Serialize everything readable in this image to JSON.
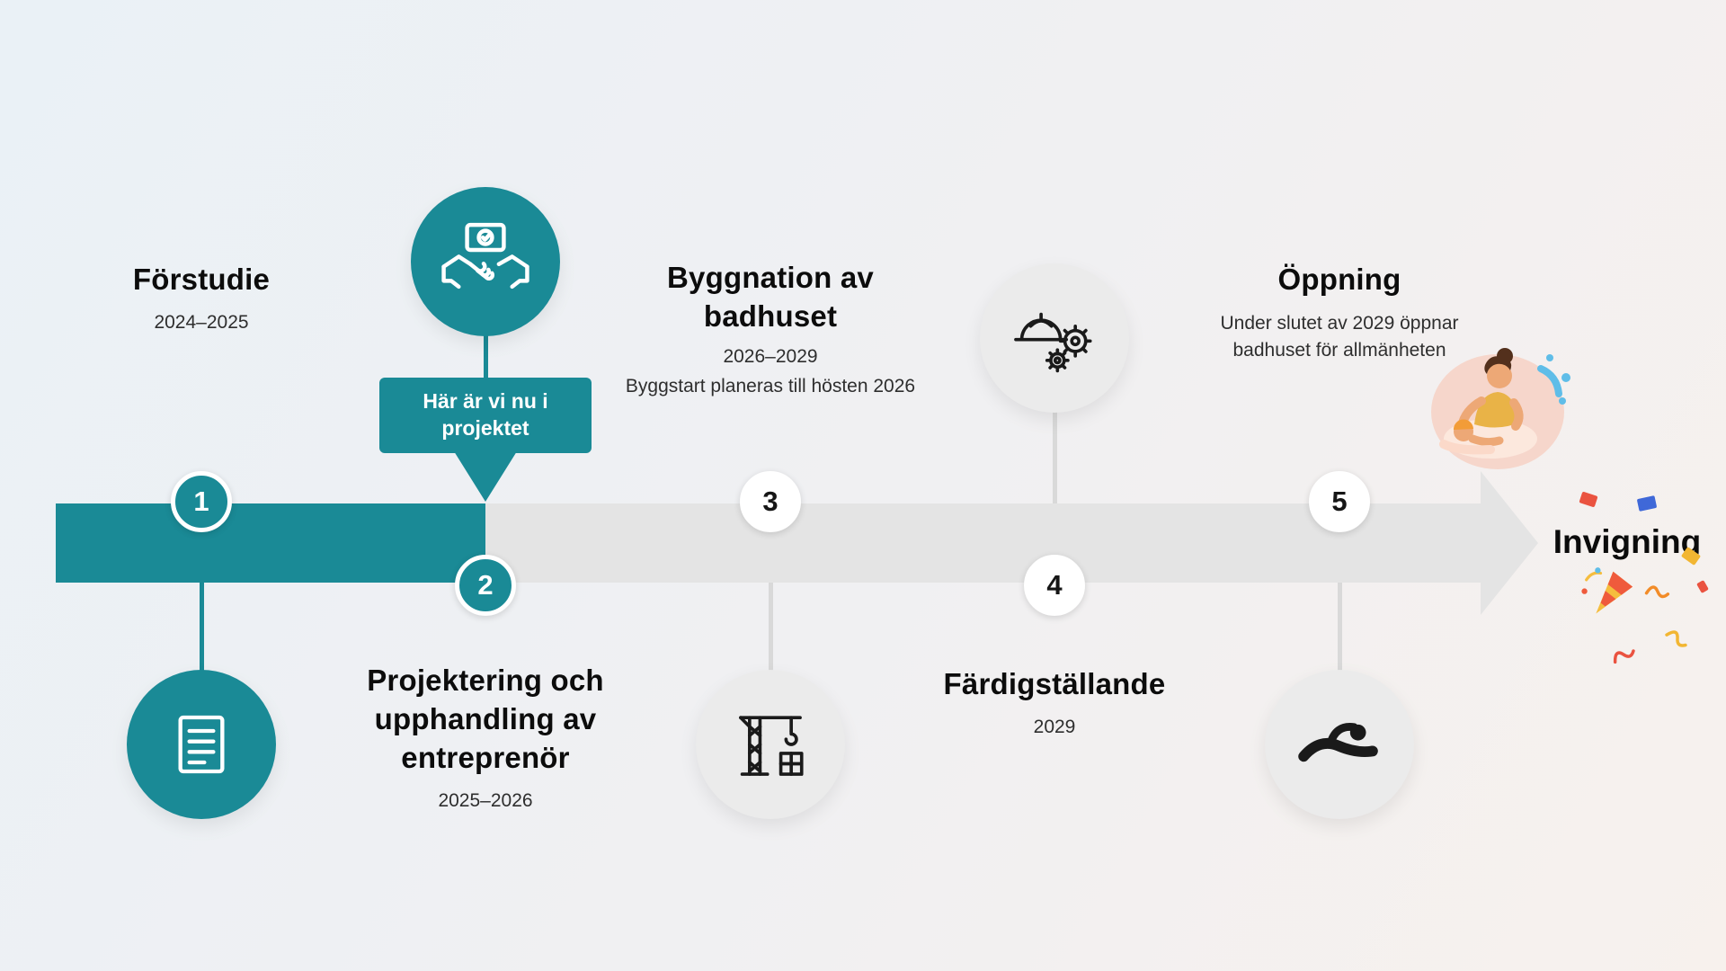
{
  "colors": {
    "teal": "#1a8a96",
    "bar_gray": "#e4e4e4",
    "icon_circle_gray": "#ebebeb",
    "connector_gray": "#d9d9d9",
    "text_dark": "#0c0c0c",
    "confetti_red": "#ea5340",
    "confetti_blue": "#3f68d8",
    "confetti_yellow": "#f2b632",
    "confetti_orange": "#f28c28"
  },
  "banner": {
    "text": "Här är vi nu i projektet"
  },
  "finale": {
    "label": "Invigning"
  },
  "phases": [
    {
      "number": "1",
      "title": "Förstudie",
      "dates": "2024–2025"
    },
    {
      "number": "2",
      "title": "Projektering och upphandling av entreprenör",
      "dates": "2025–2026"
    },
    {
      "number": "3",
      "title": "Byggnation av badhuset",
      "dates": "2026–2029",
      "note": "Byggstart planeras till hösten 2026"
    },
    {
      "number": "4",
      "title": "Färdigställande",
      "dates": "2029"
    },
    {
      "number": "5",
      "title": "Öppning",
      "note": "Under slutet av 2029 öppnar badhuset för allmänheten"
    }
  ],
  "icons": {
    "phase1": "document-icon",
    "phase2": "handshake-certificate-icon",
    "phase3": "construction-crane-icon",
    "phase4": "hardhat-gears-icon",
    "phase5": "swimmer-icon",
    "finale_art": "swim-lesson-illustration",
    "finale_decor": "party-horn-and-confetti"
  }
}
